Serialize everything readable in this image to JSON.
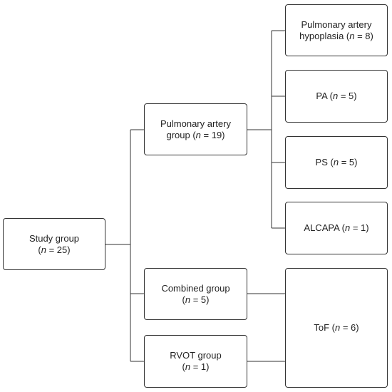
{
  "nodes": {
    "study": {
      "line1": "Study group",
      "n_label": "n",
      "n_text": " = 25)"
    },
    "pulmonary": {
      "line1": "Pulmonary artery",
      "line2_pre": "group (",
      "n_label": "n",
      "n_text": " = 19)"
    },
    "combined": {
      "line1": "Combined group",
      "n_label": "n",
      "n_text": " = 5)"
    },
    "rvot": {
      "line1": "RVOT group",
      "n_label": "n",
      "n_text": " = 1)"
    },
    "hypoplasia": {
      "line1": "Pulmonary artery",
      "line2_pre": "hypoplasia (",
      "n_label": "n",
      "n_text": " = 8)"
    },
    "pa": {
      "pre": "PA (",
      "n_label": "n",
      "n_text": " = 5)"
    },
    "ps": {
      "pre": "PS (",
      "n_label": "n",
      "n_text": " = 5)"
    },
    "alcapa": {
      "pre": "ALCAPA (",
      "n_label": "n",
      "n_text": " = 1)"
    },
    "tof": {
      "pre": "ToF (",
      "n_label": "n",
      "n_text": " = 6)"
    }
  }
}
